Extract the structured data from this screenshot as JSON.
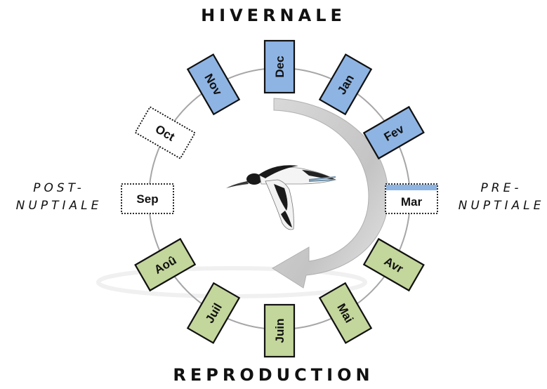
{
  "phases": {
    "top": "HIVERNALE",
    "bottom": "REPRODUCTION",
    "left": [
      "POST-",
      "NUPTIALE"
    ],
    "right": [
      "PRE-",
      "NUPTIALE"
    ]
  },
  "colors": {
    "winter": "#8eb4e3",
    "breeding": "#c3d69b",
    "migration": "#ffffff",
    "circle": "#a6a6a6",
    "arrow": "#bfbfbf"
  },
  "months": [
    {
      "label": "Dec",
      "state": "winter",
      "style": "solid"
    },
    {
      "label": "Jan",
      "state": "winter",
      "style": "solid"
    },
    {
      "label": "Fev",
      "state": "winter",
      "style": "solid"
    },
    {
      "label": "Mar",
      "state": "migration",
      "style": "dotted",
      "accent": "winter"
    },
    {
      "label": "Avr",
      "state": "breeding",
      "style": "solid"
    },
    {
      "label": "Mai",
      "state": "breeding",
      "style": "solid"
    },
    {
      "label": "Juin",
      "state": "breeding",
      "style": "solid"
    },
    {
      "label": "Juil",
      "state": "breeding",
      "style": "solid"
    },
    {
      "label": "Aoû",
      "state": "breeding",
      "style": "solid"
    },
    {
      "label": "Sep",
      "state": "migration",
      "style": "dotted"
    },
    {
      "label": "Oct",
      "state": "migration",
      "style": "dotted"
    },
    {
      "label": "Nov",
      "state": "winter",
      "style": "solid"
    }
  ],
  "center_image": "avocet-bird-icon",
  "cycle_arrow": "clockwise-arrow-icon"
}
